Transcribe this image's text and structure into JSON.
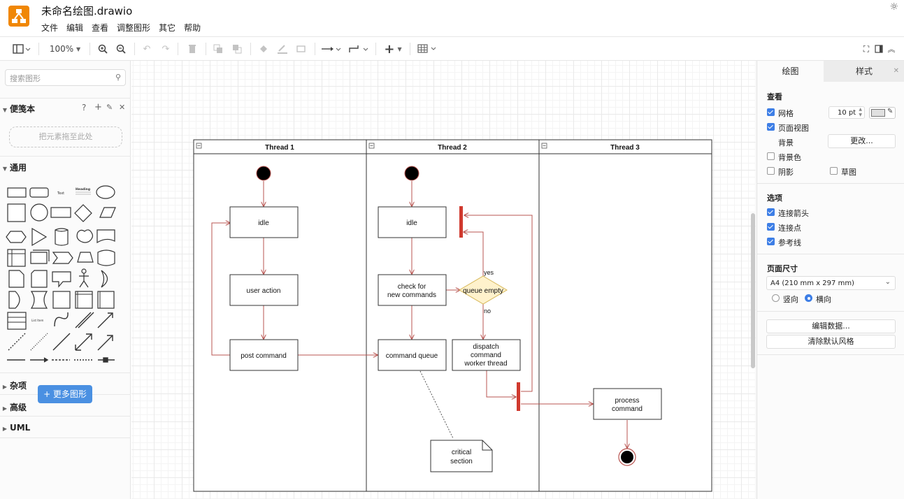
{
  "app": {
    "title": "未命名绘图.drawio"
  },
  "menu": [
    "文件",
    "编辑",
    "查看",
    "调整图形",
    "其它",
    "帮助"
  ],
  "toolbar": {
    "zoom": "100%"
  },
  "left_panel": {
    "search_placeholder": "搜索图形",
    "scratchpad_title": "便笺本",
    "dropzone_text": "把元素拖至此处",
    "general_title": "通用",
    "misc_title": "杂项",
    "advanced_title": "高级",
    "uml_title": "UML",
    "more_shapes": "+ 更多图形",
    "tiny_shape_labels": {
      "text": "Text",
      "heading": "Heading",
      "list": "List Item"
    }
  },
  "right_panel": {
    "tab_diagram": "绘图",
    "tab_style": "样式",
    "view_title": "查看",
    "grid_label": "网格",
    "grid_checked": true,
    "grid_size": "10 pt",
    "grid_color": "#e0e0e0",
    "page_view_label": "页面视图",
    "page_view_checked": true,
    "background_label": "背景",
    "change_button": "更改...",
    "bg_color_label": "背景色",
    "shadow_label": "阴影",
    "sketch_label": "草图",
    "options_title": "选项",
    "connection_arrows": "连接箭头",
    "connection_points": "连接点",
    "guides": "参考线",
    "page_size_title": "页面尺寸",
    "page_size_value": "A4 (210 mm x 297 mm)",
    "portrait": "竖向",
    "landscape": "横向",
    "landscape_selected": true,
    "edit_data_button": "编辑数据...",
    "clear_style_button": "清除默认风格"
  },
  "diagram": {
    "lanes": [
      "Thread 1",
      "Thread 2",
      "Thread 3"
    ],
    "t1_idle": "idle",
    "t1_user_action": "user action",
    "t1_post_command": "post command",
    "t2_idle": "idle",
    "t2_check_line1": "check for",
    "t2_check_line2": "new commands",
    "t2_queue_empty": "queue empty",
    "t2_yes": "yes",
    "t2_no": "no",
    "t2_command_queue": "command queue",
    "t2_dispatch_line1": "dispatch",
    "t2_dispatch_line2": "command",
    "t2_dispatch_line3": "worker thread",
    "note_line1": "critical",
    "note_line2": "section",
    "t3_process_line1": "process",
    "t3_process_line2": "command",
    "colors": {
      "edge": "#b85450",
      "bar": "#d0392e",
      "diamond_fill": "#fff2cc",
      "diamond_stroke": "#d6b656"
    }
  }
}
